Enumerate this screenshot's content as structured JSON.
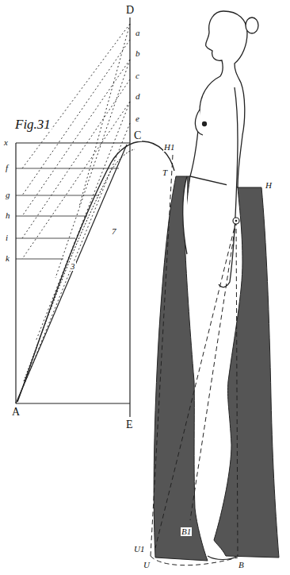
{
  "diagram": {
    "labels": [
      "Fig.31",
      "D",
      "a",
      "b",
      "c",
      "d",
      "e",
      "x",
      "C",
      "f",
      "g",
      "h",
      "i",
      "k",
      "A",
      "E",
      "7",
      "3",
      "T",
      "H1",
      "H",
      "U1",
      "B1",
      "U",
      "B"
    ]
  }
}
